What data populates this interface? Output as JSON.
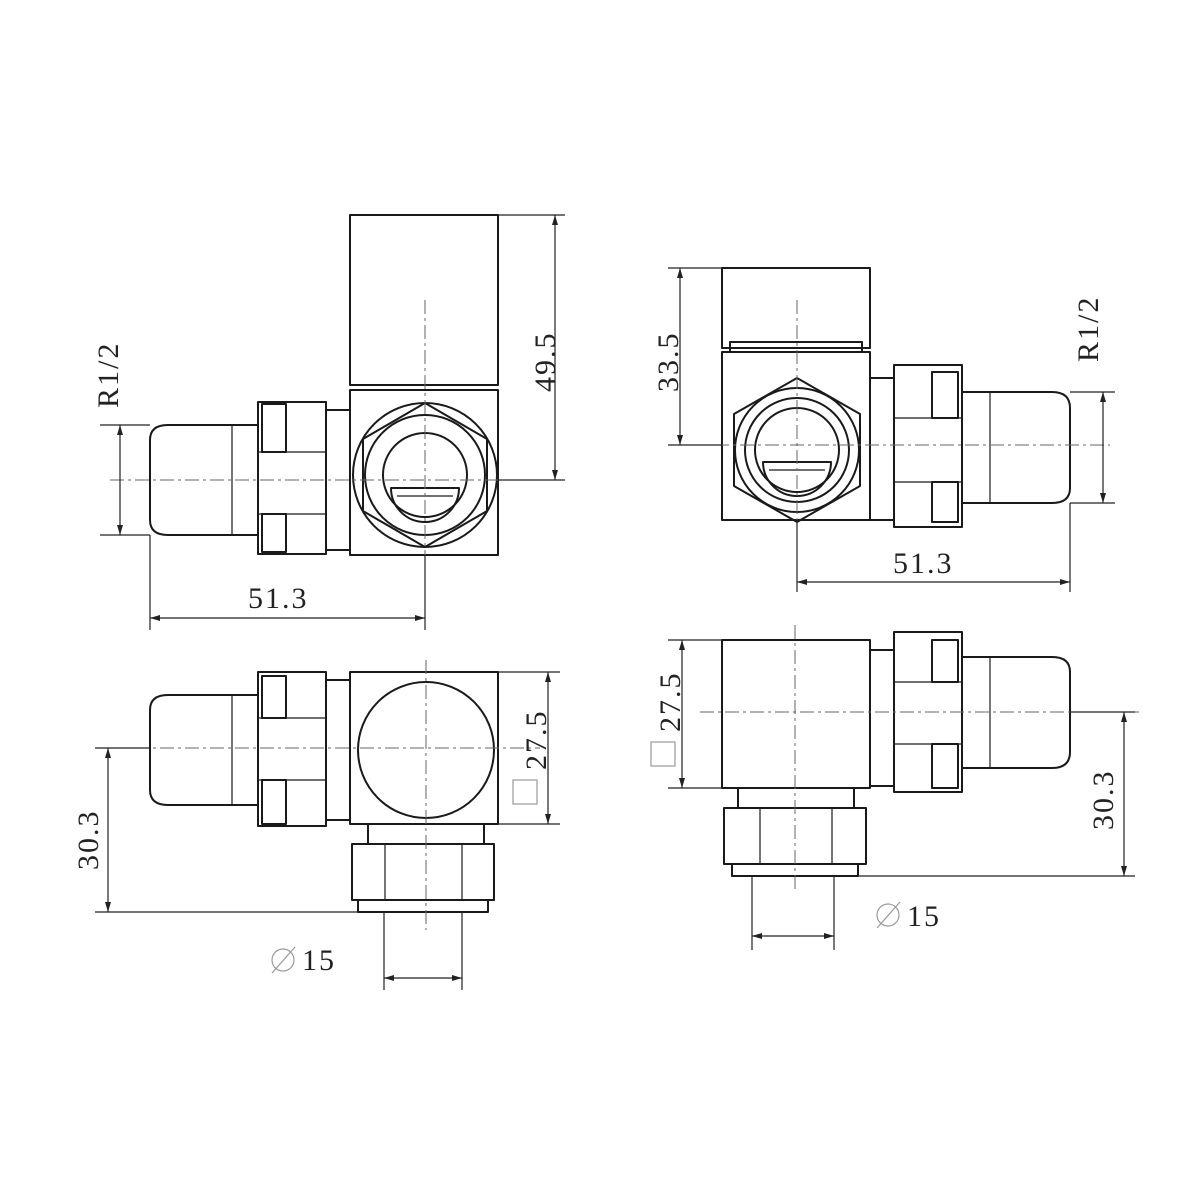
{
  "views": {
    "top_left": {
      "thread_label": "R1/2",
      "height_dim": "49.5",
      "length_dim": "51.3"
    },
    "top_right": {
      "thread_label": "R1/2",
      "height_dim": "33.5",
      "length_dim": "51.3"
    },
    "bottom_left": {
      "square_dim": "27.5",
      "height_dim": "30.3",
      "pipe_dim": "15"
    },
    "bottom_right": {
      "square_dim": "27.5",
      "height_dim": "30.3",
      "pipe_dim": "15"
    }
  },
  "colors": {
    "line": "#1a1a1a",
    "symbol": "#9a9a9a",
    "background": "#ffffff"
  }
}
